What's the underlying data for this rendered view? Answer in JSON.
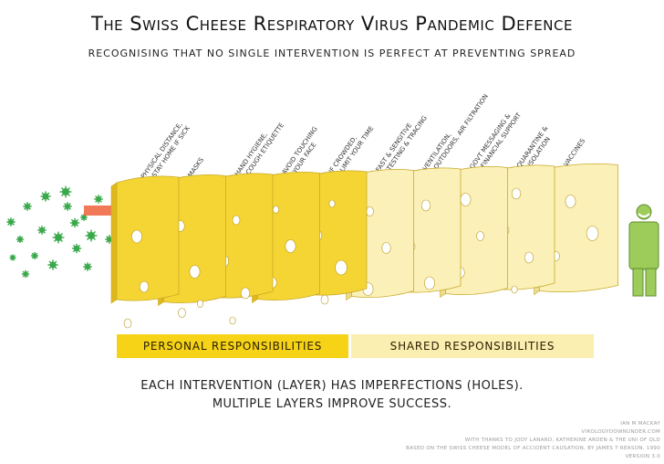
{
  "title": "The Swiss Cheese Respiratory Virus Pandemic Defence",
  "subtitle": "Recognising that no single intervention is perfect at preventing spread",
  "layers": [
    {
      "line1": "Physical distance,",
      "line2": "stay home if sick"
    },
    {
      "line1": "Masks",
      "line2": ""
    },
    {
      "line1": "Hand hygiene,",
      "line2": "cough etiquette"
    },
    {
      "line1": "Avoid touching",
      "line2": "your face"
    },
    {
      "line1": "If crowded,",
      "line2": "limit your time"
    },
    {
      "line1": "Fast & sensitive",
      "line2": "testing & tracing"
    },
    {
      "line1": "Ventilation,",
      "line2": "outdoors, air filtration"
    },
    {
      "line1": "Govt messaging &",
      "line2": "financial support"
    },
    {
      "line1": "Quarantine &",
      "line2": "isolation"
    },
    {
      "line1": "Vaccines",
      "line2": ""
    }
  ],
  "bands": {
    "personal": "Personal responsibilities",
    "shared": "Shared responsibilities"
  },
  "caption": {
    "line1": "Each intervention (layer) has imperfections (holes).",
    "line2": "Multiple layers improve success."
  },
  "credits": {
    "line1": "Ian M Mackay",
    "line2": "virologydownunder.com",
    "line3": "with thanks to Jody Lanard, Katherine Arden & the Uni of Qld",
    "line4": "Based on the Swiss cheese model of accident causation, by James T Reason, 1990",
    "line5": "Version 3.0"
  },
  "colors": {
    "personal_cheese": "#f5d533",
    "shared_cheese": "#fbf1b8",
    "virus": "#3aa94b",
    "beam": "#f0623a",
    "person": "#9dcc5a"
  }
}
